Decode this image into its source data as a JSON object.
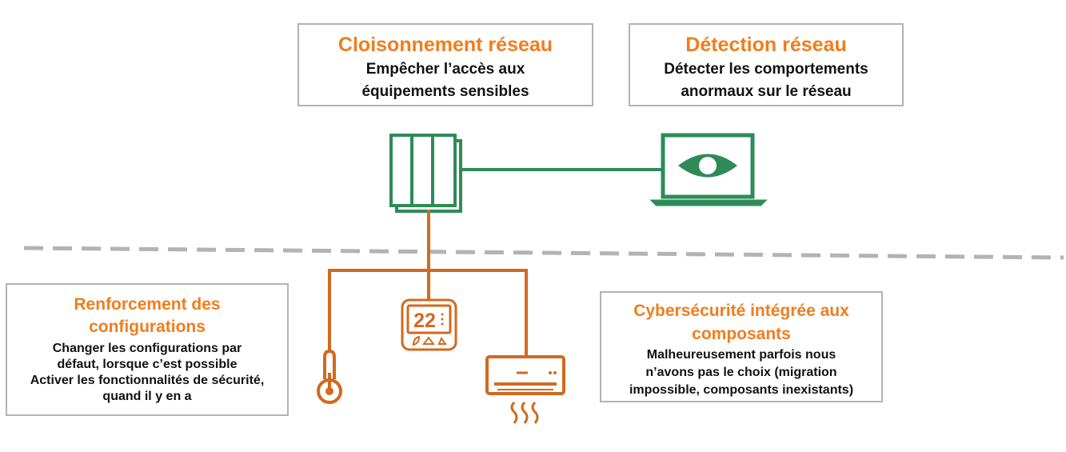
{
  "boxes": {
    "cloisonnement": {
      "title": "Cloisonnement réseau",
      "lines": [
        "Empêcher l’accès aux",
        "équipements sensibles"
      ]
    },
    "detection": {
      "title": "Détection réseau",
      "lines": [
        "Détecter les comportements",
        "anormaux sur le réseau"
      ]
    },
    "renforcement": {
      "title_lines": [
        "Renforcement des",
        "configurations"
      ],
      "lines": [
        "Changer les configurations par",
        "défaut, lorsque c’est possible",
        "Activer les fonctionnalités de sécurité,",
        "quand il y en a"
      ]
    },
    "cybersecurite": {
      "title_lines": [
        "Cybersécurité intégrée aux",
        "composants"
      ],
      "lines": [
        "Malheureusement parfois nous",
        "n’avons pas le choix (migration",
        "impossible, composants inexistants)"
      ]
    }
  },
  "thermostat_display": "22",
  "icons": [
    "firewall-icon",
    "laptop-eye-icon",
    "thermometer-icon",
    "thermostat-icon",
    "air-conditioner-icon"
  ],
  "colors": {
    "it_green": "#2e8b57",
    "ot_orange": "#d2691e",
    "title_orange": "#f07d1c",
    "divider_gray": "#b3b3b3"
  }
}
